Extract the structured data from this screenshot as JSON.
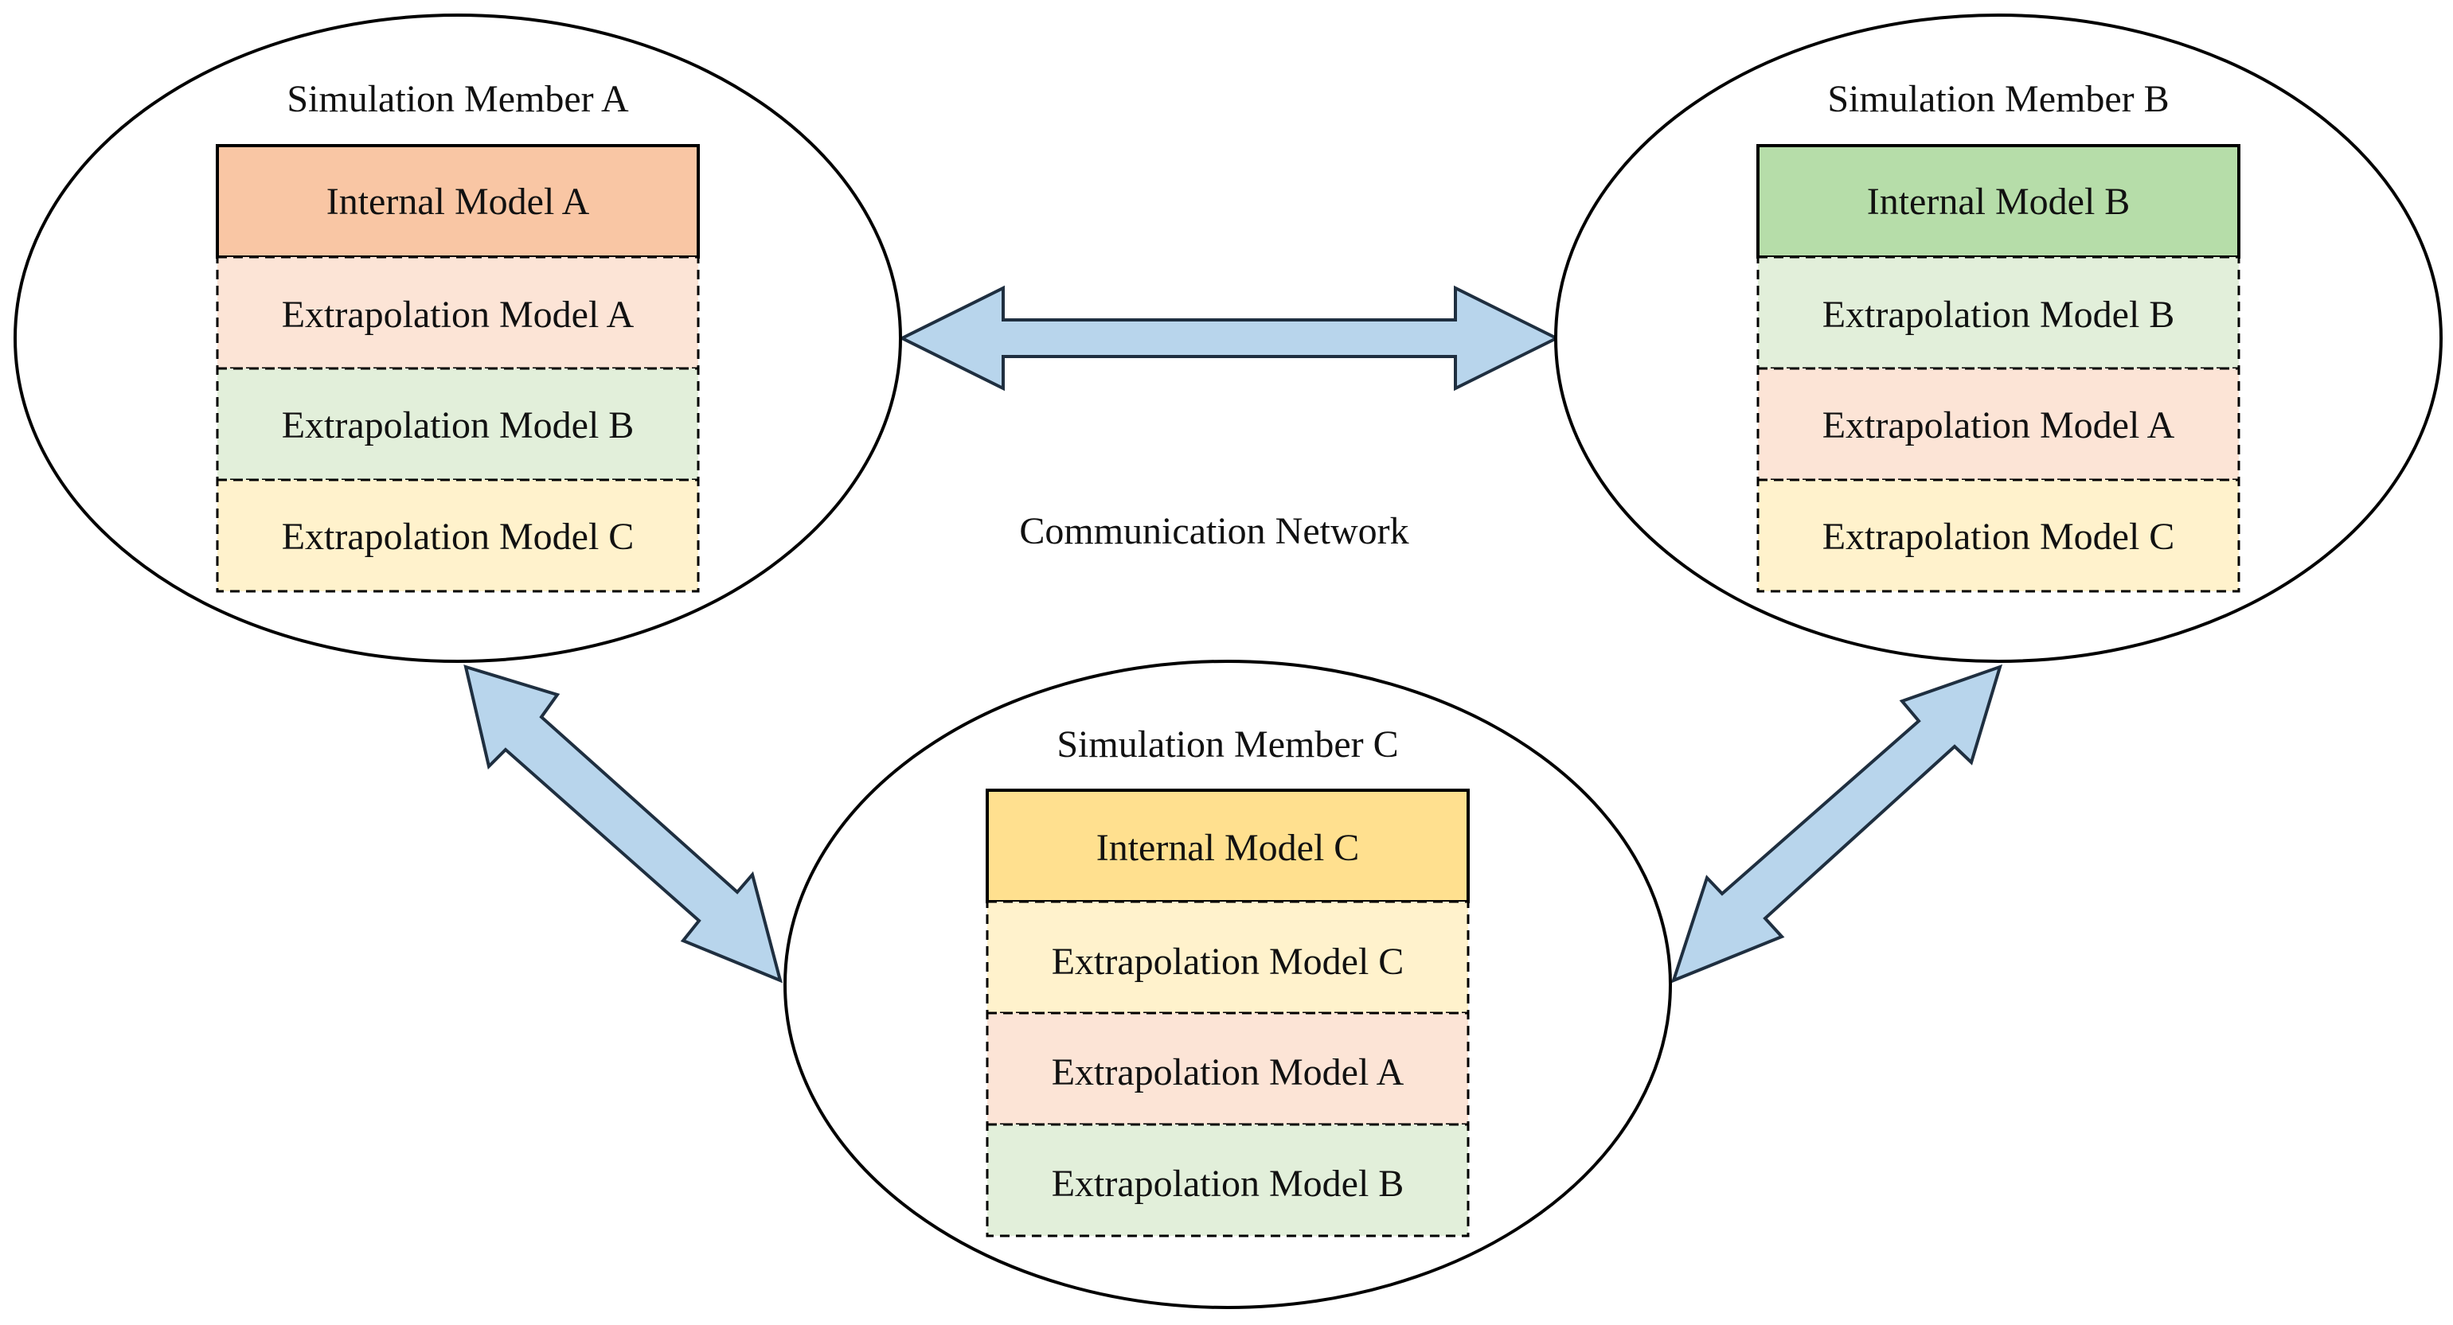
{
  "members": [
    {
      "id": "a",
      "title": "Simulation Member A",
      "internal": {
        "label": "Internal Model A",
        "color": "#F9C6A4"
      },
      "extrapolations": [
        {
          "label": "Extrapolation Model A",
          "color": "#FCE4D6"
        },
        {
          "label": "Extrapolation Model B",
          "color": "#E2EFDA"
        },
        {
          "label": "Extrapolation Model C",
          "color": "#FFF2CC"
        }
      ]
    },
    {
      "id": "b",
      "title": "Simulation Member B",
      "internal": {
        "label": "Internal Model B",
        "color": "#B6DDA9"
      },
      "extrapolations": [
        {
          "label": "Extrapolation Model B",
          "color": "#E2EFDA"
        },
        {
          "label": "Extrapolation Model A",
          "color": "#FCE4D6"
        },
        {
          "label": "Extrapolation Model C",
          "color": "#FFF2CC"
        }
      ]
    },
    {
      "id": "c",
      "title": "Simulation Member C",
      "internal": {
        "label": "Internal Model C",
        "color": "#FFE08F"
      },
      "extrapolations": [
        {
          "label": "Extrapolation Model C",
          "color": "#FFF2CC"
        },
        {
          "label": "Extrapolation Model A",
          "color": "#FCE4D6"
        },
        {
          "label": "Extrapolation Model B",
          "color": "#E2EFDA"
        }
      ]
    }
  ],
  "network": {
    "label": "Communication Network"
  },
  "colors": {
    "arrow_fill": "#B8D5EC",
    "arrow_stroke": "#1F2F40",
    "ellipse_stroke": "#000000",
    "ellipse_fill": "#FFFFFF"
  }
}
